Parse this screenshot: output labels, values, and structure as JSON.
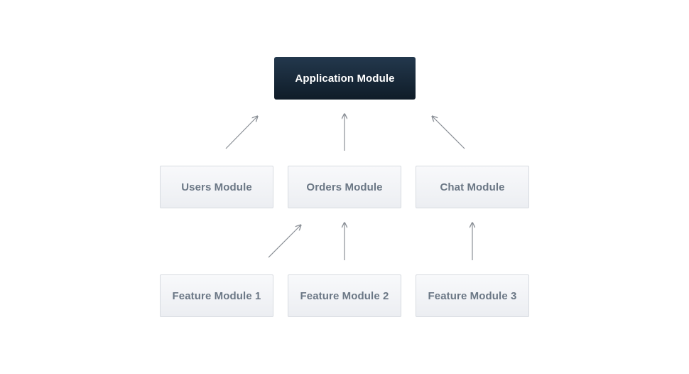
{
  "diagram": {
    "root": {
      "label": "Application Module"
    },
    "middle": [
      {
        "label": "Users Module"
      },
      {
        "label": "Orders Module"
      },
      {
        "label": "Chat Module"
      }
    ],
    "bottom": [
      {
        "label": "Feature Module 1"
      },
      {
        "label": "Feature Module 2"
      },
      {
        "label": "Feature Module 3"
      }
    ],
    "edges": [
      {
        "from": "Users Module",
        "to": "Application Module"
      },
      {
        "from": "Orders Module",
        "to": "Application Module"
      },
      {
        "from": "Chat Module",
        "to": "Application Module"
      },
      {
        "from": "Feature Module 1",
        "to": "Orders Module"
      },
      {
        "from": "Feature Module 2",
        "to": "Orders Module"
      },
      {
        "from": "Feature Module 3",
        "to": "Chat Module"
      }
    ],
    "colors": {
      "root_bg": "#1a2b3c",
      "node_bg": "#f0f2f5",
      "node_border": "#d7dbe1",
      "node_text": "#6b7785",
      "arrow": "#8a8f96"
    }
  }
}
